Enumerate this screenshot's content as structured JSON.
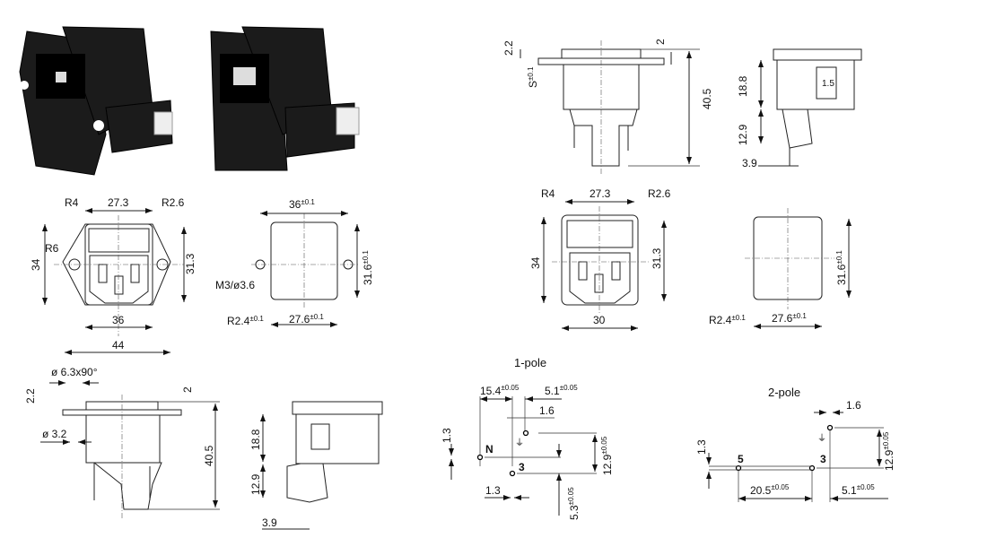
{
  "photos": [
    "panel-mount-inlet-with-flanges",
    "snap-in-inlet"
  ],
  "front_flange": {
    "r4": "R4",
    "w273": "27.3",
    "r26": "R2.6",
    "r6": "R6",
    "h34": "34",
    "h313": "31.3",
    "w36": "36",
    "w44": "44"
  },
  "cutout_flange": {
    "w36": "36",
    "w36_tol": "±0.1",
    "m3": "M3/ø3.6",
    "r24": "R2.4",
    "r24_tol": "±0.1",
    "w276": "27.6",
    "w276_tol": "±0.1",
    "h316": "31.6",
    "h316_tol": "±0.1"
  },
  "side_snap": {
    "t22": "2.2",
    "s": "S",
    "s_tol": "±0.1",
    "t2": "2",
    "h405": "40.5"
  },
  "side_snap_right": {
    "h188": "18.8",
    "h129": "12.9",
    "w15": "1.5",
    "w39": "3.9"
  },
  "front_snap": {
    "r4": "R4",
    "w273": "27.3",
    "r26": "R2.6",
    "h34": "34",
    "h313": "31.3",
    "w30": "30"
  },
  "cutout_snap": {
    "r24": "R2.4",
    "r24_tol": "±0.1",
    "w276": "27.6",
    "w276_tol": "±0.1",
    "h316": "31.6",
    "h316_tol": "±0.1"
  },
  "side_flange": {
    "d63": "ø 6.3x90°",
    "t22": "2.2",
    "t2": "2",
    "d32": "ø 3.2",
    "h405": "40.5"
  },
  "side_flange_right": {
    "h188": "18.8",
    "h129": "12.9",
    "w39": "3.9"
  },
  "pole1": {
    "title": "1-pole",
    "d154": "15.4",
    "d154_tol": "±0.05",
    "d51": "5.1",
    "d51_tol": "±0.05",
    "d16": "1.6",
    "d13a": "1.3",
    "n": "N",
    "p3": "3",
    "d13b": "1.3",
    "d129": "12.9",
    "d129_tol": "±0.05",
    "d53": "5.3",
    "d53_tol": "±0.05"
  },
  "pole2": {
    "title": "2-pole",
    "d16": "1.6",
    "d129": "12.9",
    "d129_tol": "±0.05",
    "d13": "1.3",
    "p5": "5",
    "p3": "3",
    "d205": "20.5",
    "d205_tol": "±0.05",
    "d51": "5.1",
    "d51_tol": "±0.05"
  }
}
